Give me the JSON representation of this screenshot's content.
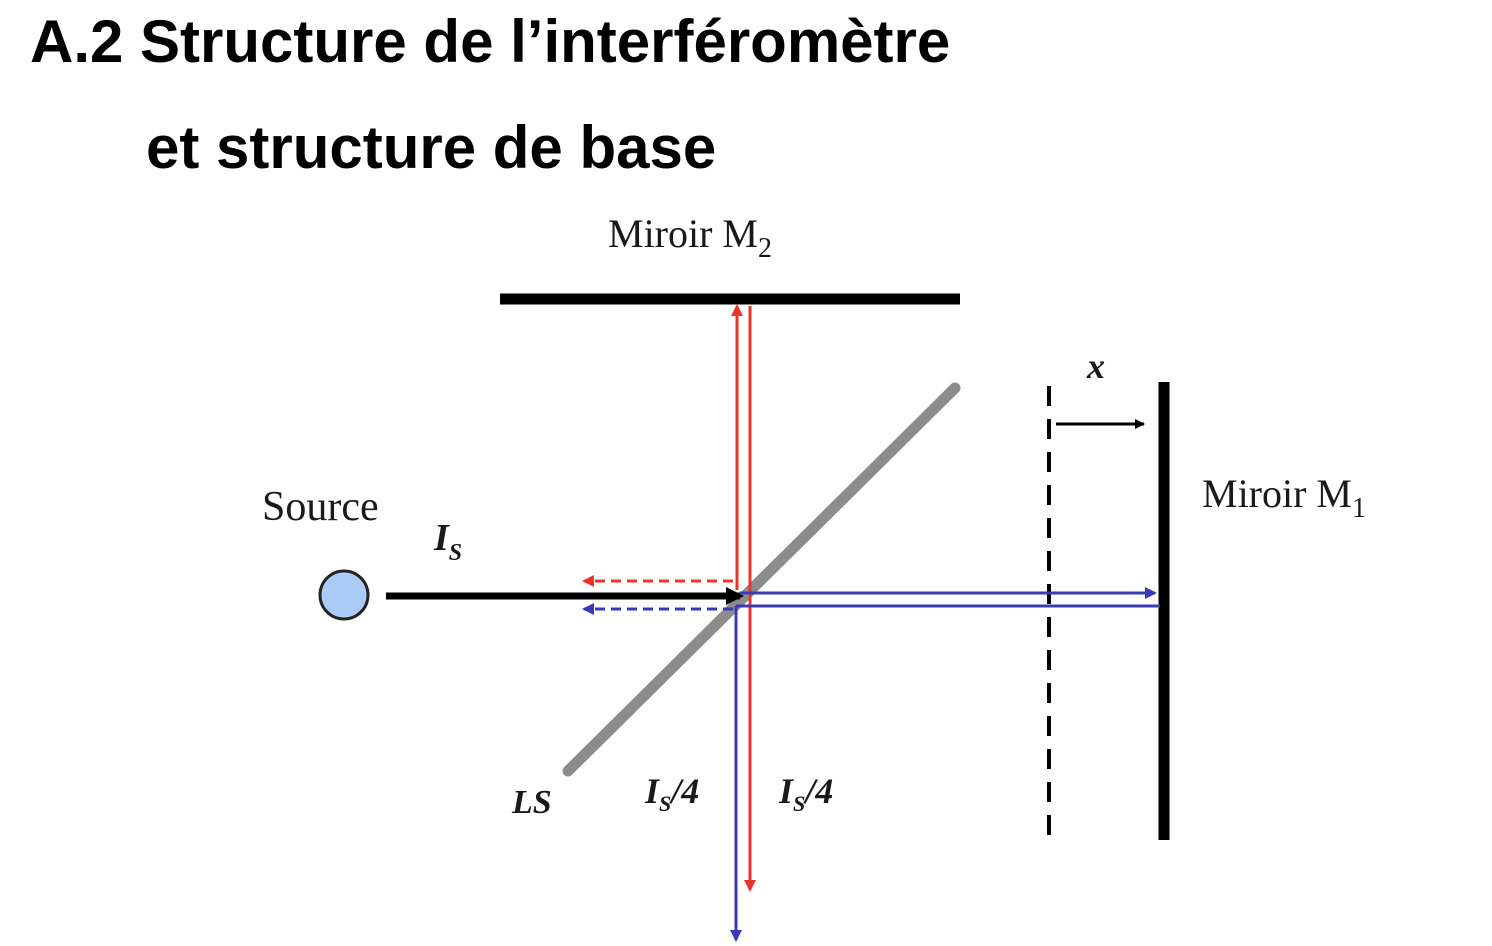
{
  "title": {
    "line1": "A.2 Structure de l’interféromètre",
    "line2": "et structure de base"
  },
  "labels": {
    "mirror2_text": "Miroir M",
    "mirror2_sub": "2",
    "mirror1_text": "Miroir M",
    "mirror1_sub": "1",
    "source": "Source",
    "is_main": "I",
    "is_sub": "S",
    "beamsplitter": "LS",
    "out_left_main": "I",
    "out_left_sub": "S",
    "out_left_suffix": "/4",
    "out_right_main": "I",
    "out_right_sub": "S",
    "out_right_suffix": "/4",
    "displacement": "x"
  },
  "colors": {
    "beam_red": "#e8352a",
    "beam_blue": "#3a3ab4",
    "beam_black": "#000000",
    "splitter_gray": "#8c8c8c",
    "source_fill": "#a9cbf5"
  }
}
